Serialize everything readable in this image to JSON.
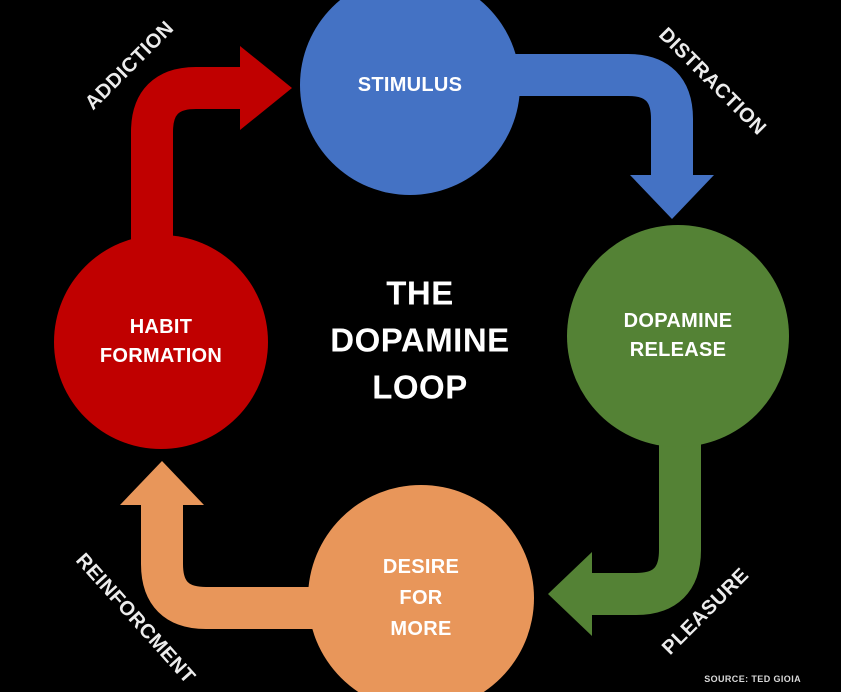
{
  "title": {
    "line1": "THE",
    "line2": "DOPAMINE",
    "line3": "LOOP"
  },
  "nodes": {
    "stimulus": {
      "label": "STIMULUS",
      "color": "#4472C4"
    },
    "dopamine_release": {
      "line1": "DOPAMINE",
      "line2": "RELEASE",
      "color": "#548235"
    },
    "habit_formation": {
      "line1": "HABIT",
      "line2": "FORMATION",
      "color": "#C00000"
    },
    "desire_for_more": {
      "line1": "DESIRE",
      "line2": "FOR",
      "line3": "MORE",
      "color": "#E8965A"
    }
  },
  "arrows": {
    "addiction": {
      "label": "ADDICTION",
      "color": "#C00000"
    },
    "distraction": {
      "label": "DISTRACTION",
      "color": "#4472C4"
    },
    "pleasure": {
      "label": "PLEASURE",
      "color": "#548235"
    },
    "reinforcment": {
      "label": "REINFORCMENT",
      "color": "#E8965A"
    }
  },
  "source": "SOURCE: TED GIOIA",
  "background_color": "#000000",
  "text_color": "#FFFFFF"
}
